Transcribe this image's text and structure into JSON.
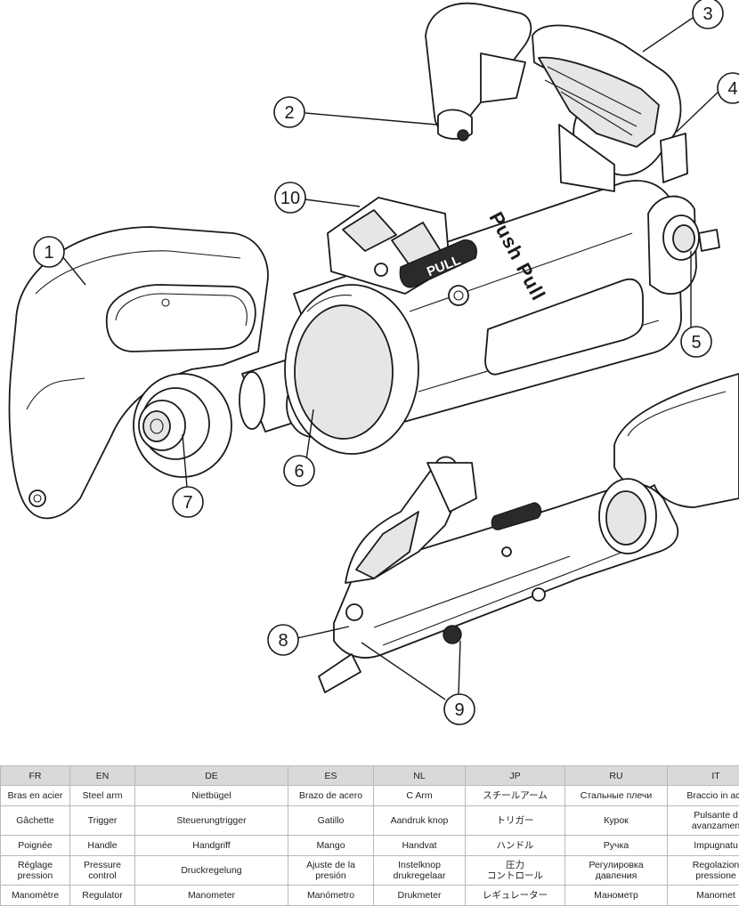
{
  "diagram": {
    "brand_text": "Push Pull",
    "pull_tag": "PULL",
    "callouts": [
      "1",
      "2",
      "3",
      "4",
      "5",
      "6",
      "7",
      "8",
      "9",
      "10"
    ]
  },
  "legend": {
    "columns": [
      "FR",
      "EN",
      "DE",
      "ES",
      "NL",
      "JP",
      "RU",
      "IT"
    ],
    "rows": [
      [
        "Bras en acier",
        "Steel arm",
        "Nietbügel",
        "Brazo de acero",
        "C Arm",
        "スチールアーム",
        "Стальные плечи",
        "Braccio in acc"
      ],
      [
        "Gâchette",
        "Trigger",
        "Steuerungtrigger",
        "Gatillo",
        "Aandruk knop",
        "トリガー",
        "Курок",
        "Pulsante d\navanzamen"
      ],
      [
        "Poignée",
        "Handle",
        "Handgriff",
        "Mango",
        "Handvat",
        "ハンドル",
        "Ручка",
        "Impugnatu"
      ],
      [
        "Réglage\npression",
        "Pressure\ncontrol",
        "Druckregelung",
        "Ajuste de la\npresión",
        "Instelknop\ndrukregelaar",
        "圧力\nコントロール",
        "Регулировка\nдавления",
        "Regolazion\npressione"
      ],
      [
        "Manomètre",
        "Regulator",
        "Manometer",
        "Manómetro",
        "Drukmeter",
        "レギュレーター",
        "Манометр",
        "Manomet"
      ]
    ]
  }
}
